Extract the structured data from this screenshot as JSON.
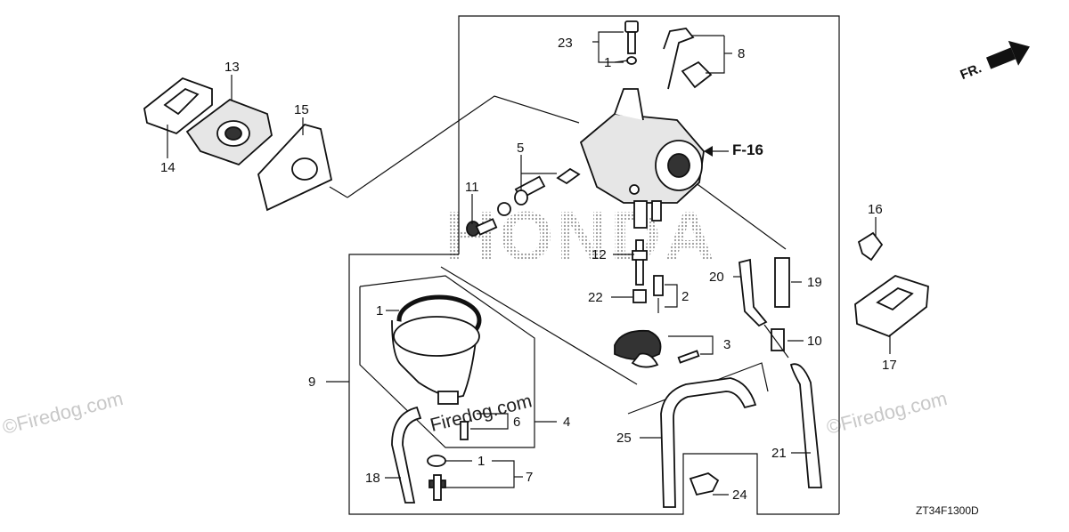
{
  "callouts": {
    "c1a": "1",
    "c1b": "1",
    "c1c": "1",
    "c2": "2",
    "c3": "3",
    "c4": "4",
    "c5": "5",
    "c6": "6",
    "c7": "7",
    "c8": "8",
    "c9": "9",
    "c10": "10",
    "c11": "11",
    "c12": "12",
    "c13": "13",
    "c14": "14",
    "c15": "15",
    "c16": "16",
    "c17": "17",
    "c18": "18",
    "c19": "19",
    "c20": "20",
    "c21": "21",
    "c22": "22",
    "c23": "23",
    "c24": "24",
    "c25": "25"
  },
  "reference": "F-16",
  "front_arrow": "FR.",
  "diagram_code": "ZT34F1300D",
  "watermark": "©Firedog.com",
  "center_watermark": "Firedog.com",
  "brand_watermark": "HONDA"
}
